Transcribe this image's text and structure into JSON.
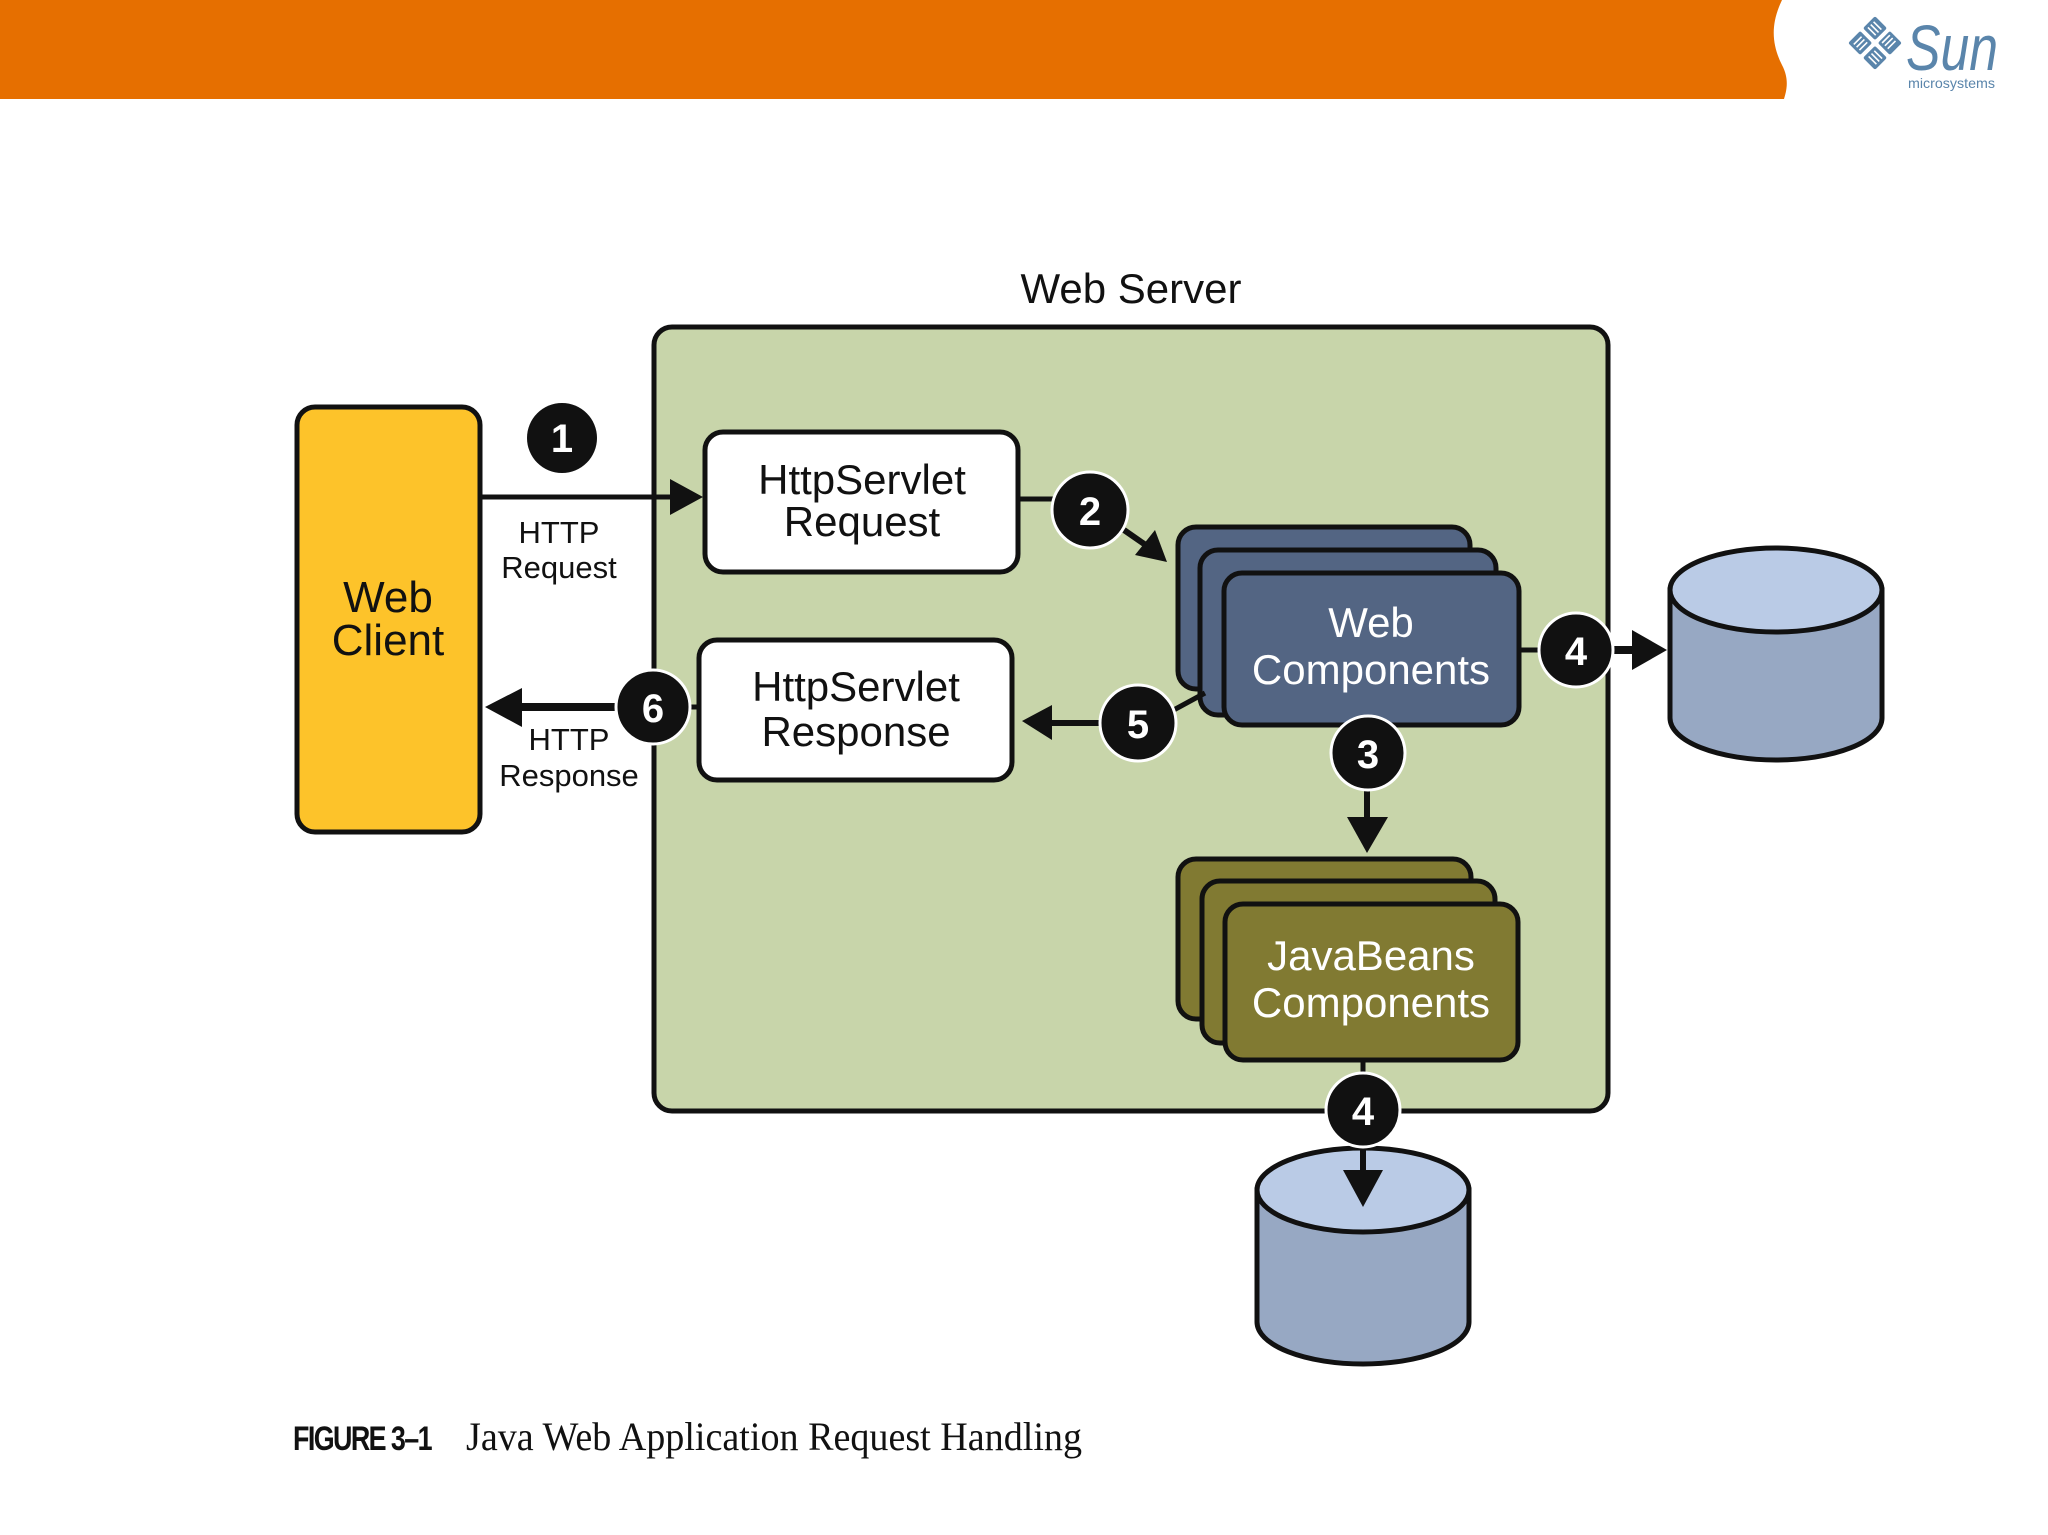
{
  "header": {
    "bar_color": "#E66F00",
    "logo": {
      "icon": "sun-diamond-logo-icon",
      "wordmark": "Sun",
      "subtitle": "microsystems",
      "color": "#5A85AB"
    }
  },
  "diagram": {
    "server_title": "Web Server",
    "web_client": {
      "line1": "Web",
      "line2": "Client"
    },
    "request_box": {
      "line1": "HttpServlet",
      "line2": "Request"
    },
    "response_box": {
      "line1": "HttpServlet",
      "line2": "Response"
    },
    "web_components": {
      "line1": "Web",
      "line2": "Components"
    },
    "javabeans_components": {
      "line1": "JavaBeans",
      "line2": "Components"
    },
    "http_request_label": {
      "line1": "HTTP",
      "line2": "Request"
    },
    "http_response_label": {
      "line1": "HTTP",
      "line2": "Response"
    },
    "steps": {
      "s1": "1",
      "s2": "2",
      "s3": "3",
      "s4a": "4",
      "s4b": "4",
      "s5": "5",
      "s6": "6"
    },
    "databases": [
      {
        "name": "database-right"
      },
      {
        "name": "database-bottom"
      }
    ],
    "colors": {
      "server_fill": "#C8D5AA",
      "client_fill": "#FDC32A",
      "web_components_fill": "#536583",
      "javabeans_fill": "#817A32",
      "db_side": "#97A8C3",
      "db_top": "#BACBE6",
      "box_fill": "#FFFFFF",
      "stroke": "#111111"
    }
  },
  "caption": {
    "label": "FIGURE 3–1",
    "title": "Java Web Application Request Handling"
  }
}
